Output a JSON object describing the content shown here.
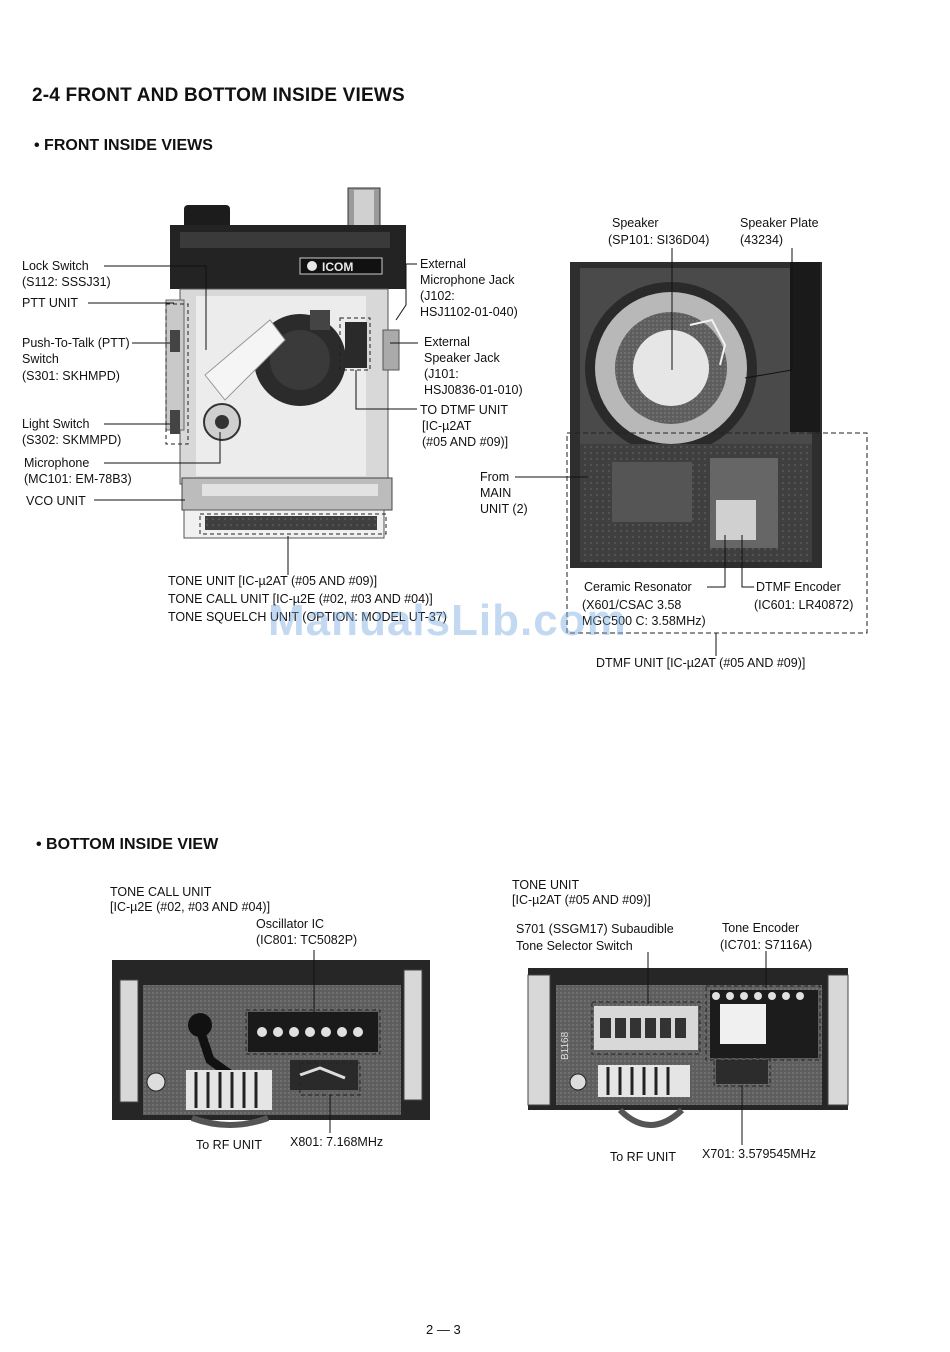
{
  "section_title": "2-4  FRONT AND BOTTOM INSIDE VIEWS",
  "front_heading": "• FRONT INSIDE VIEWS",
  "bottom_heading": "• BOTTOM INSIDE VIEW",
  "watermark": "ManualsLib.com",
  "page_number": "2 — 3",
  "front_left": {
    "lock_switch": "Lock Switch",
    "lock_switch_part": "(S112: SSSJ31)",
    "ptt_unit": "PTT UNIT",
    "push_to_talk": "Push-To-Talk (PTT)",
    "switch": "Switch",
    "ptt_part": "(S301: SKHMPD)",
    "light_switch": "Light Switch",
    "light_part": "(S302: SKMMPD)",
    "microphone": "Microphone",
    "mic_part": "(MC101: EM-78B3)",
    "vco_unit": "VCO UNIT",
    "ext_mic_1": "External",
    "ext_mic_2": "Microphone Jack",
    "ext_mic_3": "(J102:",
    "ext_mic_4": "HSJ1102-01-040)",
    "ext_spk_1": "External",
    "ext_spk_2": "Speaker Jack",
    "ext_spk_3": "(J101:",
    "ext_spk_4": "HSJ0836-01-010)",
    "to_dtmf_1": "TO DTMF UNIT",
    "to_dtmf_2": "[IC-µ2AT",
    "to_dtmf_3": "(#05 AND #09)]",
    "tone_unit": "TONE UNIT [IC-µ2AT (#05 AND #09)]",
    "tone_call_unit": "TONE CALL UNIT [IC-µ2E (#02, #03 AND #04)]",
    "tone_squelch": "TONE SQUELCH UNIT (OPTION: MODEL UT-37)",
    "logo": "ICOM"
  },
  "front_right": {
    "speaker_1": "Speaker",
    "speaker_2": "(SP101: SI36D04)",
    "plate_1": "Speaker Plate",
    "plate_2": "(43234)",
    "from_main_1": "From",
    "from_main_2": "MAIN",
    "from_main_3": "UNIT (2)",
    "ceramic_1": "Ceramic Resonator",
    "ceramic_2": "(X601/CSAC 3.58",
    "ceramic_3": "MGC500 C: 3.58MHz)",
    "dtmf_enc_1": "DTMF Encoder",
    "dtmf_enc_2": "(IC601: LR40872)",
    "dtmf_unit": "DTMF UNIT [IC-µ2AT (#05 AND #09)]"
  },
  "bottom_left": {
    "tone_call_1": "TONE CALL UNIT",
    "tone_call_2": "[IC-µ2E (#02, #03 AND #04)]",
    "osc_1": "Oscillator IC",
    "osc_2": "(IC801: TC5082P)",
    "to_rf": "To RF UNIT",
    "xtal": "X801: 7.168MHz"
  },
  "bottom_right": {
    "tone_unit_1": "TONE UNIT",
    "tone_unit_2": "[IC-µ2AT (#05 AND #09)]",
    "s701_1": "S701 (SSGM17) Subaudible",
    "s701_2": "Tone Selector Switch",
    "enc_1": "Tone Encoder",
    "enc_2": "(IC701: S7116A)",
    "to_rf": "To RF UNIT",
    "xtal": "X701: 3.579545MHz",
    "board_label": "B1168"
  }
}
